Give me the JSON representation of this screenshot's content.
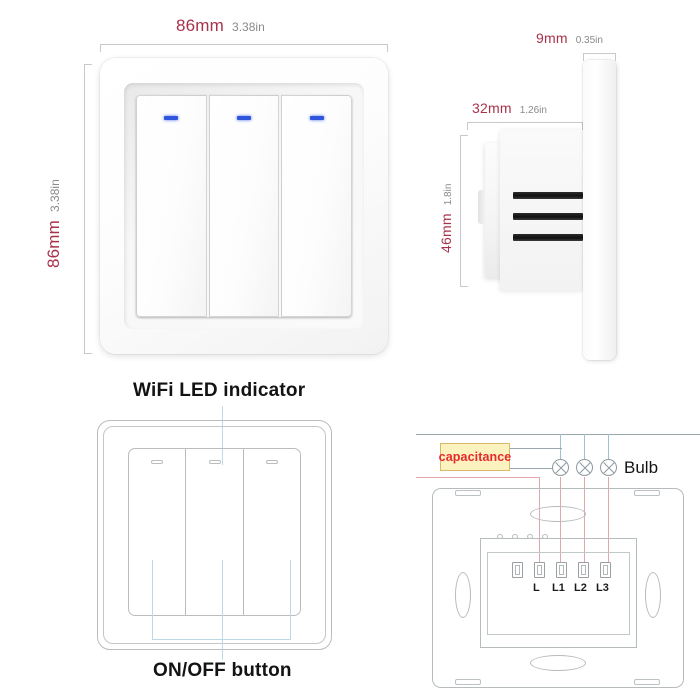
{
  "document": {
    "type": "product-dimension-and-wiring-diagram",
    "product": "3-gang smart wall switch",
    "background_color": "#ffffff"
  },
  "colors": {
    "dimension_mm": "#a8324a",
    "dimension_in": "#8a8a8a",
    "bracket": "#c9c9c9",
    "led_blue": "#2f55dd",
    "callout_line": "#bcd9e6",
    "callout_text": "#131313",
    "capacitance_text": "#e8292b",
    "capacitance_fill": "#fbf2bf",
    "capacitance_border": "#d9b96a",
    "wire_red": "#e1a7ab",
    "wire_blue": "#9fc3d6",
    "wire_gray": "#9aa7ad",
    "lineart": "#b6bbbd"
  },
  "views": {
    "front": {
      "name": "front-view",
      "width": {
        "mm": "86mm",
        "in": "3.38in"
      },
      "height": {
        "mm": "86mm",
        "in": "3.38in"
      },
      "gang_count": 3,
      "led_indicators": 3
    },
    "side": {
      "name": "side-view",
      "faceplate_thickness": {
        "mm": "9mm",
        "in": "0.35in"
      },
      "module_depth": {
        "mm": "32mm",
        "in": "1.26in"
      },
      "module_height": {
        "mm": "46mm",
        "in": "1.8in"
      },
      "terminal_slots": 3
    },
    "lineart": {
      "name": "lineart-view",
      "callouts": [
        {
          "id": "wifi-led",
          "label": "WiFi LED indicator",
          "position": "top"
        },
        {
          "id": "on-off",
          "label": "ON/OFF button",
          "position": "bottom"
        }
      ]
    },
    "wiring": {
      "name": "wiring-diagram",
      "capacitance_label": "capacitance",
      "bulb_label": "Bulb",
      "bulb_count": 3,
      "terminals": [
        "L",
        "L1",
        "L2",
        "L3"
      ],
      "terminal_slot_count": 5
    }
  },
  "labels": {
    "w86mm": "86mm",
    "w338in": "3.38in",
    "h86mm": "86mm",
    "h338in": "3.38in",
    "d9mm": "9mm",
    "d035in": "0.35in",
    "d32mm": "32mm",
    "d126in": "1.26in",
    "h46mm": "46mm",
    "h18in": "1.8in",
    "wifi_led": "WiFi LED indicator",
    "onoff": "ON/OFF button",
    "capacitance": "capacitance",
    "bulb": "Bulb",
    "term_L": "L",
    "term_L1": "L1",
    "term_L2": "L2",
    "term_L3": "L3"
  }
}
